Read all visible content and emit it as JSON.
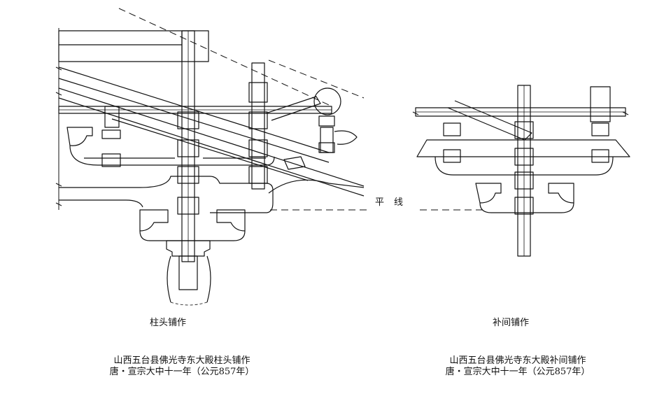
{
  "level_label": "平线",
  "left": {
    "label": "柱头铺作",
    "caption_line1": "山西五台县佛光寺东大殿柱头铺作",
    "caption_line2": "唐・宣宗大中十一年（公元857年）"
  },
  "right": {
    "label": "补间铺作",
    "caption_line1": "山西五台县佛光寺东大殿补间铺作",
    "caption_line2": "唐・宣宗大中十一年（公元857年）"
  }
}
